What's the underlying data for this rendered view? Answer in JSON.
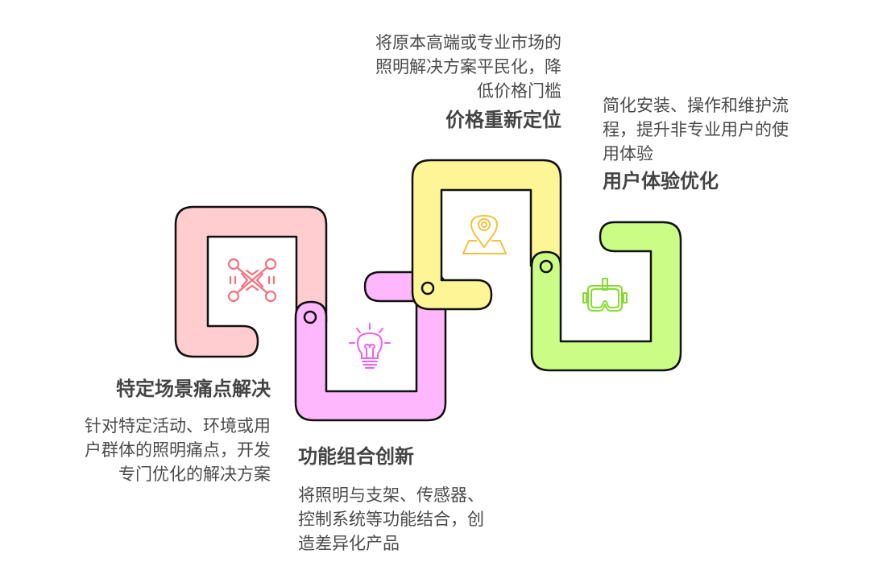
{
  "colors": {
    "pink": "#ffcdd0",
    "magenta": "#feb6fd",
    "yellow": "#fef597",
    "green": "#cbfd86",
    "outline": "#111111",
    "icon_pink": "#f2717c",
    "icon_magenta": "#f35ef0",
    "icon_yellow": "#f7c03a",
    "icon_green": "#84dc2c",
    "text": "#4b4b4b"
  },
  "steps": [
    {
      "id": "pain-point",
      "title": "特定场景痛点解决",
      "description_lines": [
        "针对特定活动、环境或用",
        "户群体的照明痛点，开发",
        "专门优化的解决方案"
      ],
      "icon": "crossing-arrows-icon",
      "color": "pink"
    },
    {
      "id": "function-combo",
      "title": "功能组合创新",
      "description_lines": [
        "将照明与支架、传感器、",
        "控制系统等功能结合，创",
        "造差异化产品"
      ],
      "icon": "light-bulb-icon",
      "color": "magenta"
    },
    {
      "id": "price-reposition",
      "title": "价格重新定位",
      "description_lines": [
        "将原本高端或专业市场的",
        "照明解决方案平民化，降",
        "低价格门槛"
      ],
      "icon": "map-pin-icon",
      "color": "yellow"
    },
    {
      "id": "ux-optimize",
      "title": "用户体验优化",
      "description_lines": [
        "简化安装、操作和维护流",
        "程，提升非专业用户的使",
        "用体验"
      ],
      "icon": "vr-goggles-icon",
      "color": "green"
    }
  ]
}
